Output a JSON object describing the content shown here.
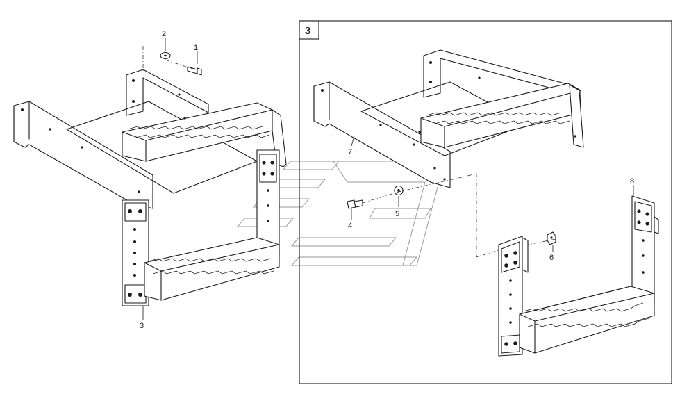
{
  "callouts": {
    "c1": "1",
    "c2": "2",
    "c3_left": "3",
    "c4": "4",
    "c5": "5",
    "c6": "6",
    "c7": "7",
    "c8": "8"
  },
  "detail_box": {
    "label": "3"
  },
  "colors": {
    "line": "#1a1a1a",
    "background": "#ffffff",
    "watermark": "#9a9a9a"
  }
}
